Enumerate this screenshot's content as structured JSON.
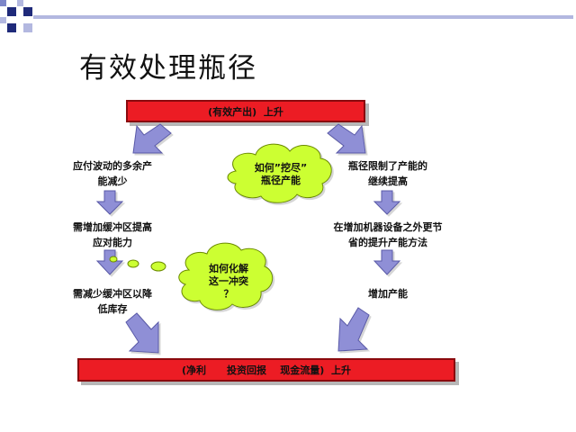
{
  "title": "有效处理瓶径",
  "top_banner": "(有效产出)  上升",
  "bottom_banner": "(净利      投资回报    现金流量)  上升",
  "left": {
    "box1": [
      "应付波动的多余产",
      "能减少"
    ],
    "box2": [
      "需增加缓冲区提高",
      "应对能力"
    ],
    "box3": [
      "需减少缓冲区以降",
      "低库存"
    ]
  },
  "right": {
    "box1": [
      "瓶径限制了产能的",
      "继续提高"
    ],
    "box2": [
      "在增加机器设备之外更节",
      "省的提升产能方法"
    ],
    "box3": [
      "增加产能"
    ]
  },
  "cloud1": [
    "如何”挖尽”",
    "瓶径产能"
  ],
  "cloud2": [
    "如何化解",
    "这一冲突",
    "？"
  ],
  "colors": {
    "banner_red": "#ec1c24",
    "arrow_fill": "#8f8fd6",
    "cloud_fill": "#ccff33",
    "corner_blue": "#1f2a7a"
  }
}
